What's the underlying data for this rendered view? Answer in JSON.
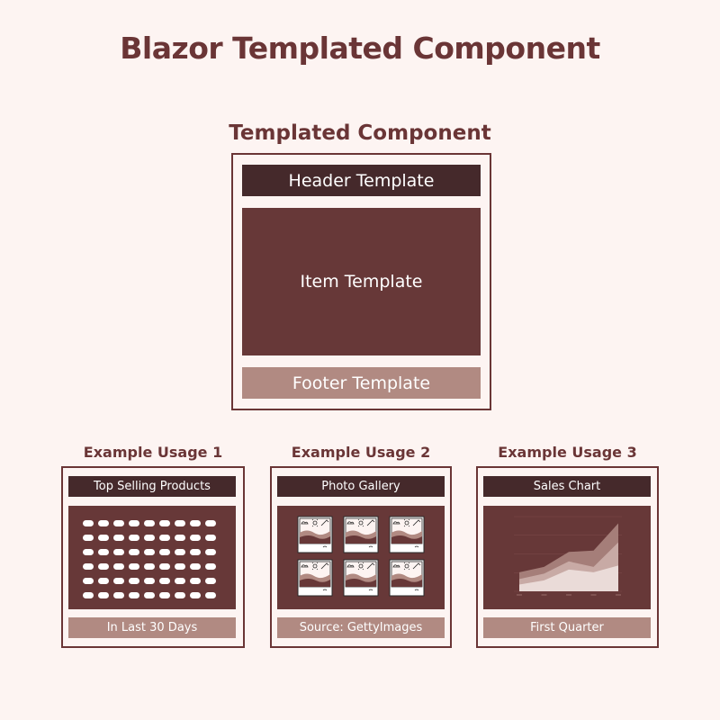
{
  "title": "Blazor Templated Component",
  "main": {
    "subtitle": "Templated Component",
    "header": "Header Template",
    "item": "Item Template",
    "footer": "Footer Template"
  },
  "examples": [
    {
      "title": "Example Usage 1",
      "header": "Top Selling Products",
      "footer": "In Last 30 Days"
    },
    {
      "title": "Example Usage 2",
      "header": "Photo Gallery",
      "footer": "Source: GettyImages"
    },
    {
      "title": "Example Usage 3",
      "header": "Sales Chart",
      "footer": "First Quarter"
    }
  ],
  "colors": {
    "background": "#fdf4f2",
    "title": "#6a3536",
    "header": "#45292b",
    "item": "#673838",
    "footer": "#b18a82"
  },
  "chart_data": {
    "type": "area",
    "title": "",
    "xlabel": "",
    "ylabel": "",
    "categories": [
      "1",
      "2",
      "3",
      "4",
      "5"
    ],
    "series": [
      {
        "values": [
          28,
          36,
          58,
          60,
          100
        ]
      },
      {
        "values": [
          18,
          26,
          44,
          36,
          72
        ]
      },
      {
        "values": [
          10,
          16,
          32,
          28,
          38
        ]
      }
    ],
    "ylim": [
      0,
      110
    ]
  }
}
